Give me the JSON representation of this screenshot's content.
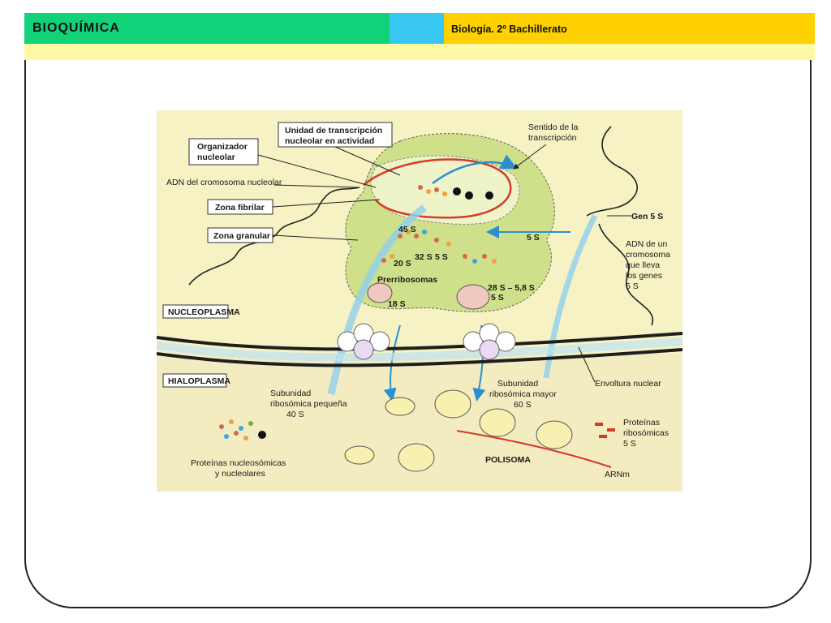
{
  "header": {
    "title": "BIOQUÍMICA",
    "subtitle": "Biología. 2º Bachillerato"
  },
  "diagram": {
    "labels": {
      "organizador": [
        "Organizador",
        "nucleolar"
      ],
      "unidad": [
        "Unidad de transcripción",
        "nucleolar en actividad"
      ],
      "sentido": [
        "Sentido de la",
        "transcripción"
      ],
      "adn_nucleolar": "ADN del cromosoma nucleolar",
      "zona_fibrilar": "Zona fibrilar",
      "zona_granular": "Zona granular",
      "gen5s": "Gen 5 S",
      "adn_un": [
        "ADN de un",
        "cromosoma",
        "que lleva",
        "los genes",
        "5 S"
      ],
      "s45": "45 S",
      "s32": "32 S",
      "s5a": "5 S",
      "s5b": "5 S",
      "s20": "20 S",
      "prerribosomas": "Prerribosomas",
      "s18": "18 S",
      "s28": "28 S – 5,8 S",
      "s5c": "5 S",
      "nucleoplasma": "NUCLEOPLASMA",
      "hialoplasma": "HIALOPLASMA",
      "envoltura": "Envoltura nuclear",
      "sub_pequena": [
        "Subunidad",
        "ribosómica pequeña",
        "40 S"
      ],
      "sub_mayor": [
        "Subunidad",
        "ribosómica mayor",
        "60 S"
      ],
      "prot_ribo": [
        "Proteínas",
        "ribosómicas",
        "5 S"
      ],
      "prot_nucleo": [
        "Proteínas nucleosómicas",
        "y nucleolares"
      ],
      "polisoma": "POLISOMA",
      "arnm": "ARNm"
    },
    "colors": {
      "background": "#f6f2c4",
      "nucleolus": "#cfe08a",
      "fibrillar": "#eef3c8",
      "arrow": "#8fd0ee",
      "membrane": "#1e1e1e",
      "red": "#d43a2a"
    }
  }
}
